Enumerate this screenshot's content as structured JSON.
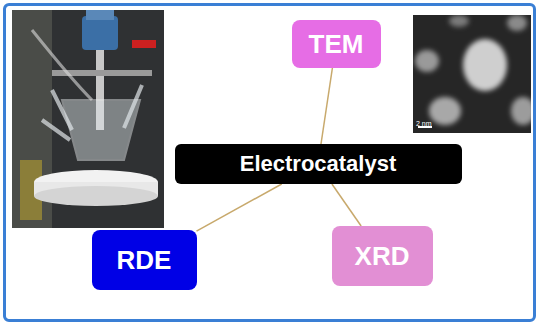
{
  "diagram": {
    "nodes": [
      {
        "text": [
          "TEM"
        ]
      },
      {
        "text": [
          "Electrocatalyst"
        ]
      },
      {
        "text": [
          "RDE"
        ]
      },
      {
        "text": [
          "XRD"
        ]
      }
    ],
    "edges": [
      {
        "from": 1,
        "to": 0,
        "arrow": "none"
      },
      {
        "from": 1,
        "to": 2,
        "arrow": "none"
      },
      {
        "from": 1,
        "to": 3,
        "arrow": "none"
      }
    ],
    "labels": [
      "2 nm"
    ]
  }
}
